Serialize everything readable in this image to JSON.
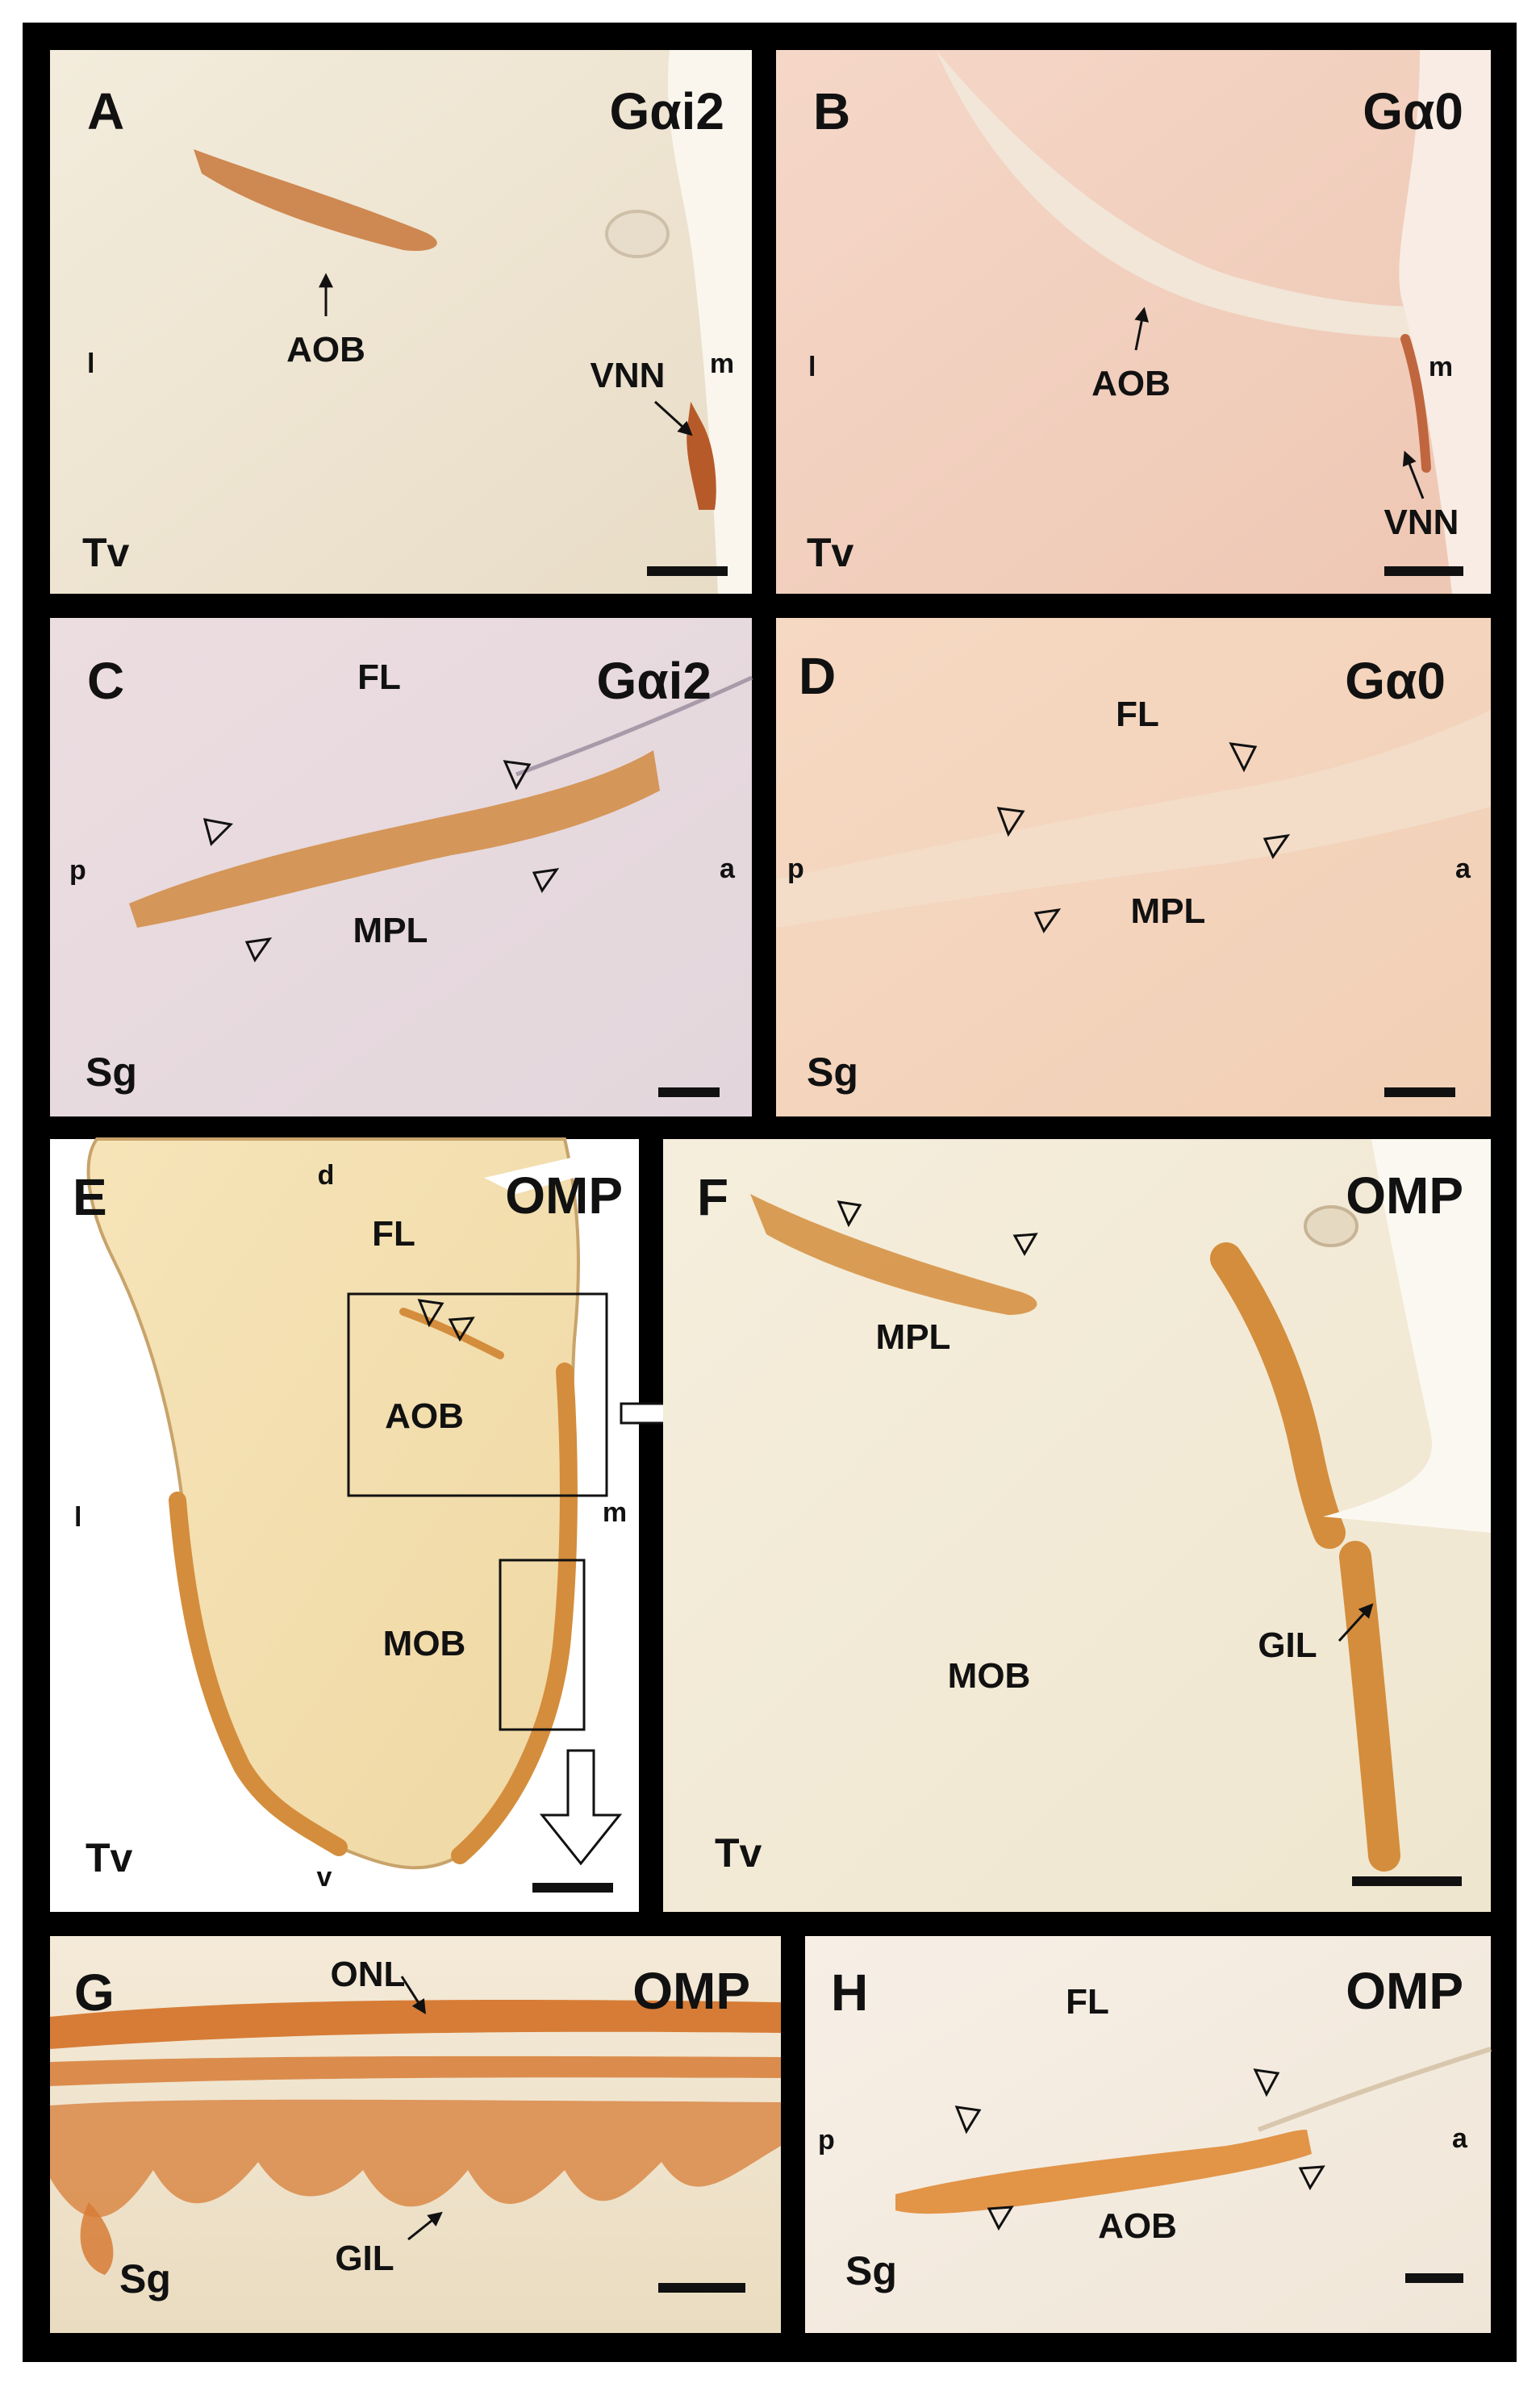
{
  "figure": {
    "panels": [
      {
        "letter": "A",
        "marker": "Gαi2",
        "plane": "Tv",
        "labels": [
          "AOB",
          "VNN",
          "l",
          "m"
        ],
        "stain_color": "#c8773a",
        "bg_colors": [
          "#f3ecdc",
          "#e8dcc6"
        ]
      },
      {
        "letter": "B",
        "marker": "Gα0",
        "plane": "Tv",
        "labels": [
          "AOB",
          "VNN",
          "l",
          "m"
        ],
        "stain_color": "#c0663e",
        "bg_colors": [
          "#f5d7c8",
          "#eec7b3"
        ]
      },
      {
        "letter": "C",
        "marker": "Gαi2",
        "plane": "Sg",
        "labels": [
          "FL",
          "MPL",
          "p",
          "a"
        ],
        "stain_color": "#d08a42",
        "bg_colors": [
          "#ecdde0",
          "#e2d6dc"
        ]
      },
      {
        "letter": "D",
        "marker": "Gα0",
        "plane": "Sg",
        "labels": [
          "FL",
          "MPL",
          "p",
          "a"
        ],
        "stain_color": "#e9b089",
        "bg_colors": [
          "#f6d9c3",
          "#f1cfb5"
        ]
      },
      {
        "letter": "E",
        "marker": "OMP",
        "plane": "Tv",
        "labels": [
          "FL",
          "AOB",
          "MOB",
          "d",
          "v",
          "l",
          "m"
        ],
        "stain_color": "#d48d3c",
        "bg_colors": [
          "#f6e4b8",
          "#efd8a4"
        ]
      },
      {
        "letter": "F",
        "marker": "OMP",
        "plane": "Tv",
        "labels": [
          "MPL",
          "MOB",
          "GIL"
        ],
        "stain_color": "#d48d3c",
        "bg_colors": [
          "#f5eedc",
          "#efe6cf"
        ]
      },
      {
        "letter": "G",
        "marker": "OMP",
        "plane": "Sg",
        "labels": [
          "ONL",
          "GIL"
        ],
        "stain_color": "#d77c36",
        "bg_colors": [
          "#f4ead8",
          "#eadcc0"
        ]
      },
      {
        "letter": "H",
        "marker": "OMP",
        "plane": "Sg",
        "labels": [
          "FL",
          "AOB",
          "p",
          "a"
        ],
        "stain_color": "#e29447",
        "bg_colors": [
          "#f7efe6",
          "#f0e6d8"
        ]
      }
    ]
  }
}
